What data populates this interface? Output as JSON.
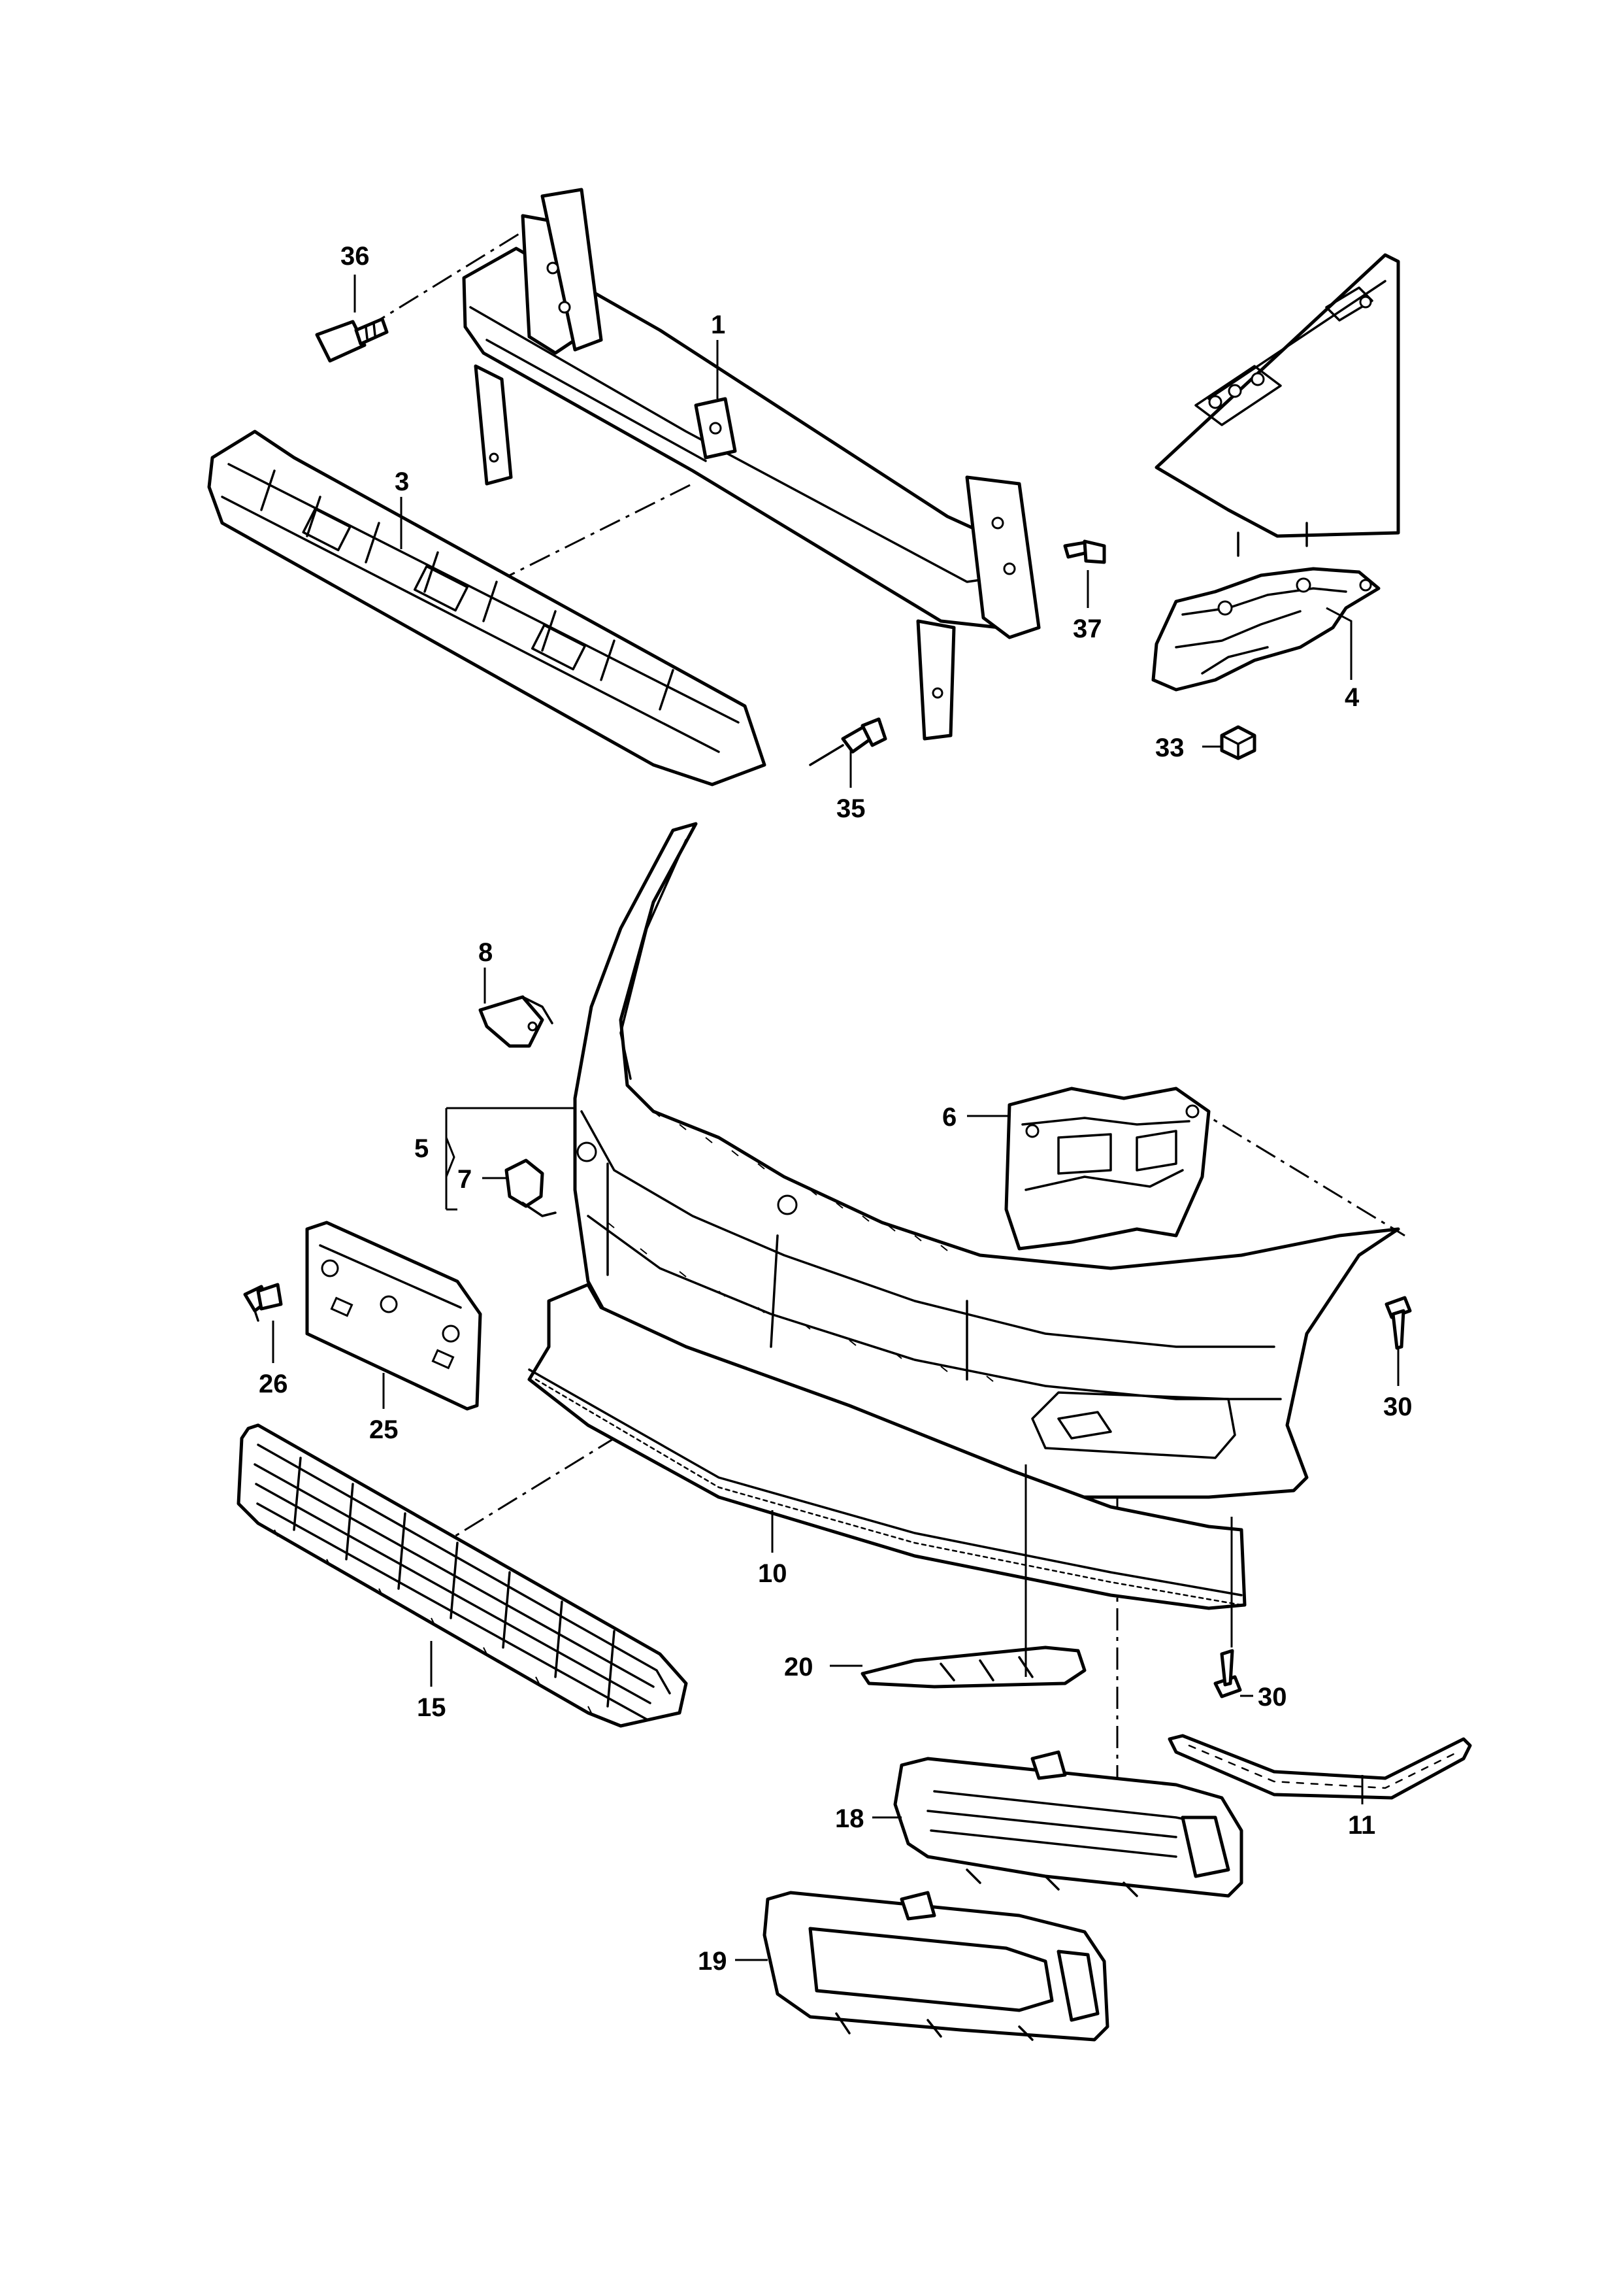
{
  "diagram": {
    "labels": {
      "p1": "1",
      "p3": "3",
      "p4": "4",
      "p5": "5",
      "p6": "6",
      "p7": "7",
      "p8": "8",
      "p10": "10",
      "p11": "11",
      "p15": "15",
      "p18": "18",
      "p19": "19",
      "p20": "20",
      "p25": "25",
      "p26": "26",
      "p30a": "30",
      "p30b": "30",
      "p33": "33",
      "p35": "35",
      "p36": "36",
      "p37": "37"
    }
  }
}
